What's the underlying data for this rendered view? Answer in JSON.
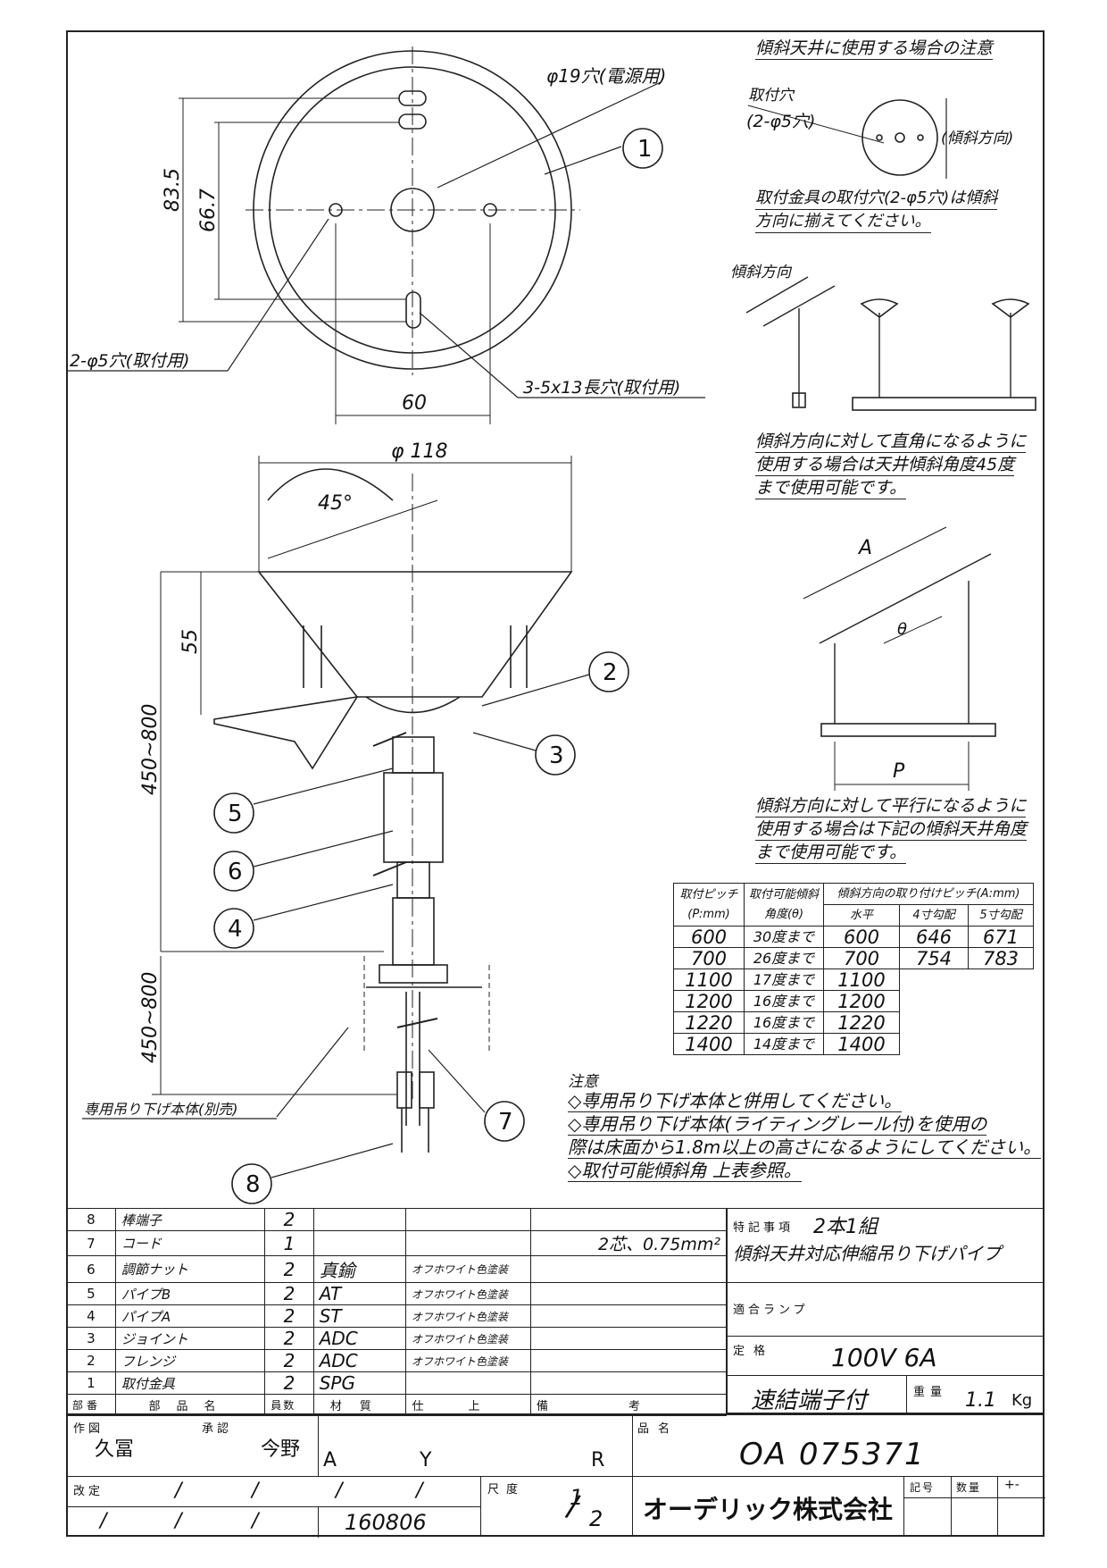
{
  "top_right_notes": {
    "title": "傾斜天井に使用する場合の注意",
    "hole_label_1": "取付穴",
    "hole_label_2": "(2-φ5穴)",
    "incline_direction": "(傾斜方向)",
    "align_note_1": "取付金具の取付穴(2-φ5穴)は傾斜",
    "align_note_2": "方向に揃えてください。",
    "incline_arrow_label": "傾斜方向",
    "perpendicular_note_1": "傾斜方向に対して直角になるように",
    "perpendicular_note_2": "使用する場合は天井傾斜角度45度",
    "perpendicular_note_3": "まで使用可能です。",
    "parallel_note_1": "傾斜方向に対して平行になるように",
    "parallel_note_2": "使用する場合は下記の傾斜天井角度",
    "parallel_note_3": "まで使用可能です。",
    "label_A": "A",
    "label_P": "P",
    "label_theta": "θ"
  },
  "plan_view": {
    "dim_83_5": "83.5",
    "dim_66_7": "66.7",
    "dim_60": "60",
    "hole_power": "φ19穴(電源用)",
    "hole_mount": "2-φ5穴(取付用)",
    "slot_mount": "3-5x13長穴(取付用)",
    "balloon_1": "1"
  },
  "elevation_view": {
    "dim_118": "φ 118",
    "angle_45": "45°",
    "dim_55": "55",
    "dim_450_800_a": "450~800",
    "dim_450_800_b": "450~800",
    "separate_body": "専用吊り下げ本体(別売)",
    "balloons": [
      "2",
      "3",
      "5",
      "6",
      "4",
      "7",
      "8"
    ]
  },
  "pitch_table": {
    "headers": [
      "取付ピッチ(P:mm)",
      "取付可能傾斜角度(θ)",
      "傾斜方向の取り付けピッチ(A:mm)"
    ],
    "subheaders": [
      "水平",
      "4寸勾配",
      "5寸勾配"
    ],
    "rows": [
      [
        "600",
        "30度まで",
        "600",
        "646",
        "671"
      ],
      [
        "700",
        "26度まで",
        "700",
        "754",
        "783"
      ],
      [
        "1100",
        "17度まで",
        "1100"
      ],
      [
        "1200",
        "16度まで",
        "1200"
      ],
      [
        "1220",
        "16度まで",
        "1220"
      ],
      [
        "1400",
        "14度まで",
        "1400"
      ]
    ]
  },
  "caution": {
    "title": "注意",
    "line1": "◇専用吊り下げ本体と併用してください。",
    "line2": "◇専用吊り下げ本体(ライティングレール付)を使用の",
    "line3": "際は床面から1.8m以上の高さになるようにしてください。",
    "line4": "◇取付可能傾斜角 上表参照。"
  },
  "parts_list": {
    "rows": [
      {
        "no": "8",
        "name": "棒端子",
        "qty": "2",
        "material": "",
        "finish": "",
        "remarks": ""
      },
      {
        "no": "7",
        "name": "コード",
        "qty": "1",
        "material": "",
        "finish": "",
        "remarks": "2芯、0.75mm²"
      },
      {
        "no": "6",
        "name": "調節ナット",
        "qty": "2",
        "material": "真鍮",
        "finish": "オフホワイト色塗装",
        "remarks": ""
      },
      {
        "no": "5",
        "name": "パイプB",
        "qty": "2",
        "material": "AT",
        "finish": "オフホワイト色塗装",
        "remarks": ""
      },
      {
        "no": "4",
        "name": "パイプA",
        "qty": "2",
        "material": "ST",
        "finish": "オフホワイト色塗装",
        "remarks": ""
      },
      {
        "no": "3",
        "name": "ジョイント",
        "qty": "2",
        "material": "ADC",
        "finish": "オフホワイト色塗装",
        "remarks": ""
      },
      {
        "no": "2",
        "name": "フレンジ",
        "qty": "2",
        "material": "ADC",
        "finish": "オフホワイト色塗装",
        "remarks": ""
      },
      {
        "no": "1",
        "name": "取付金具",
        "qty": "2",
        "material": "SPG",
        "finish": "",
        "remarks": ""
      }
    ],
    "header": [
      "部番",
      "部品名",
      "員数",
      "材質",
      "仕上",
      "備考"
    ]
  },
  "spec_block": {
    "special_label": "特記事項",
    "special_value_1": "2本1組",
    "special_value_2": "傾斜天井対応伸縮吊り下げパイプ",
    "lamp_label": "適合ランプ",
    "rating_label": "定格",
    "rating_value": "100V 6A",
    "terminal": "速結端子付",
    "weight_label": "重量",
    "weight_value": "1.1",
    "weight_unit": "Kg"
  },
  "title_block": {
    "drawn_label": "作図",
    "drawn_by": "久冨",
    "approved_label": "承認",
    "approved_by": "今野",
    "a": "A",
    "y": "Y",
    "r": "R",
    "product_label": "品名",
    "product_code": "OA 075371",
    "revision_label": "改定",
    "slashes": "/",
    "date": "160806",
    "scale_label": "尺度",
    "scale_num": "1",
    "scale_den": "2",
    "company": "オーデリック株式会社",
    "symbol_label": "記号",
    "qty_label": "数量",
    "plusminus": "+-"
  }
}
